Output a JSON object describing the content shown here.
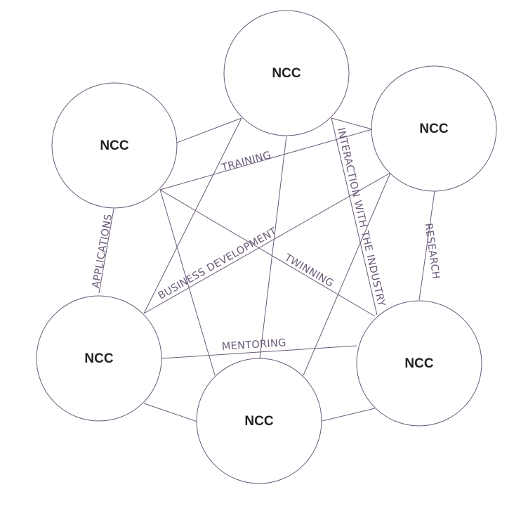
{
  "nodes": {
    "top": "NCC",
    "top_right": "NCC",
    "upper_left": "NCC",
    "lower_left": "NCC",
    "bottom": "NCC",
    "lower_right": "NCC"
  },
  "edge_labels": {
    "training": "TRAINING",
    "applications": "APPLICATIONS",
    "business_development": "BUSINESS DEVELOPMENT",
    "twinning": "TWINNING",
    "interaction_with_industry": "INTERACTION WITH THE INDUSTRY",
    "research": "RESEARCH",
    "mentoring": "MENTORING"
  },
  "colors": {
    "line": "#6b5a78",
    "node_text": "#222222",
    "label_text": "#6b5a78"
  }
}
